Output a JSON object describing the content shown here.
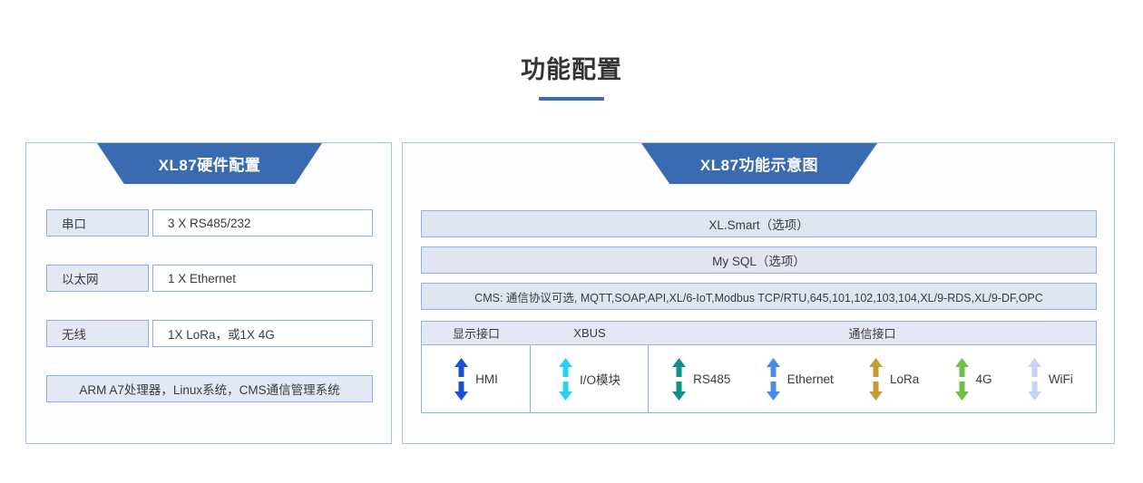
{
  "page": {
    "title": "功能配置",
    "accent_color": "#3d6bb3",
    "banner_color": "#3a6ab0",
    "border_color": "#8eaee4",
    "row_fill": "#dfe6f2"
  },
  "left_panel": {
    "banner": "XL87硬件配置",
    "rows": [
      {
        "key": "串口",
        "value": "3 X RS485/232"
      },
      {
        "key": "以太网",
        "value": "1 X Ethernet"
      },
      {
        "key": "无线",
        "value": "1X LoRa，或1X 4G"
      }
    ],
    "footer": "ARM A7处理器，Linux系统，CMS通信管理系统"
  },
  "right_panel": {
    "banner": "XL87功能示意图",
    "stack_rows": [
      "XL.Smart（选项）",
      "My SQL（选项）",
      "CMS: 通信协议可选, MQTT,SOAP,API,XL/6-IoT,Modbus TCP/RTU,645,101,102,103,104,XL/9-RDS,XL/9-DF,OPC"
    ],
    "interface_headers": [
      "显示接口",
      "XBUS",
      "通信接口"
    ],
    "display_ports": [
      {
        "label": "HMI",
        "color": "#1a4fd6",
        "icon": "double-arrow-vertical-icon"
      }
    ],
    "xbus_ports": [
      {
        "label": "I/O模块",
        "color": "#2ad2ef",
        "icon": "double-arrow-vertical-icon"
      }
    ],
    "comm_ports": [
      {
        "label": "RS485",
        "color": "#12918c",
        "icon": "double-arrow-vertical-icon"
      },
      {
        "label": "Ethernet",
        "color": "#4a8ae8",
        "icon": "double-arrow-vertical-icon"
      },
      {
        "label": "LoRa",
        "color": "#c89a32",
        "icon": "double-arrow-vertical-icon"
      },
      {
        "label": "4G",
        "color": "#6cc council",
        "icon": "double-arrow-vertical-icon"
      },
      {
        "label": "WiFi",
        "color": "#c5d3f4",
        "icon": "double-arrow-vertical-icon"
      }
    ]
  }
}
